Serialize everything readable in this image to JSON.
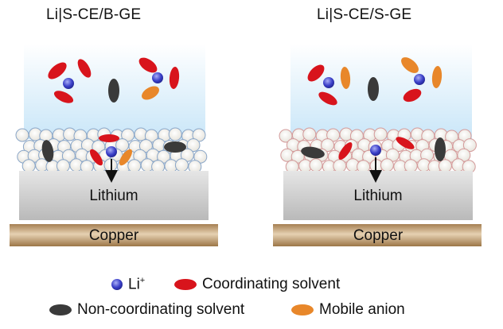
{
  "panels": [
    {
      "title": "Li|S-CE/B-GE",
      "lithium_label": "Lithium",
      "copper_label": "Copper"
    },
    {
      "title": "Li|S-CE/S-GE",
      "lithium_label": "Lithium",
      "copper_label": "Copper"
    }
  ],
  "legend": {
    "li_ion": {
      "label": "Li",
      "sup": "+"
    },
    "coordinating": {
      "label": "Coordinating solvent"
    },
    "non_coordinating": {
      "label": "Non-coordinating solvent"
    },
    "anion": {
      "label": "Mobile anion"
    }
  },
  "colors": {
    "li_ion": "#3a3fc8",
    "coordinating": "#d8141c",
    "non_coordinating": "#3a3a3a",
    "anion": "#e8872a",
    "electrolyte_top": "#ffffff",
    "electrolyte_bottom": "#cde8f8",
    "lithium": "#c9c9c9",
    "copper": "#b59468",
    "sei_left_outline": "#8aa6c8",
    "sei_right_outline": "#d49a9a"
  }
}
